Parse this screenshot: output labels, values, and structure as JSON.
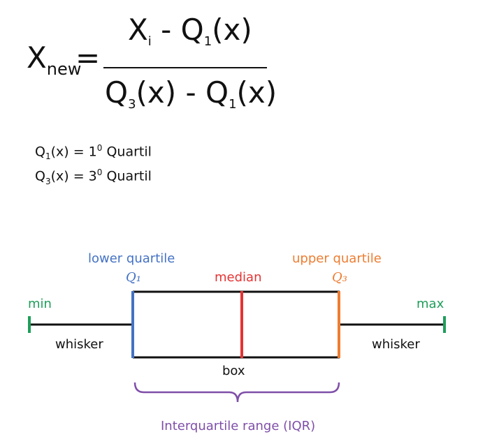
{
  "formula": {
    "lhs_main": "X",
    "lhs_sub": "new",
    "equals": "=",
    "num_x": "X",
    "num_x_sub": "i",
    "num_minus": " - Q",
    "num_q_sub": "1",
    "num_rest": "(x)",
    "den_q3": "Q",
    "den_q3_sub": "3",
    "den_mid": "(x) - Q",
    "den_q1_sub": "1",
    "den_rest": "(x)"
  },
  "definitions": [
    {
      "q": "Q",
      "sub": "1",
      "mid": "(x) = 1",
      "sup": "0",
      "word": " Quartil"
    },
    {
      "q": "Q",
      "sub": "3",
      "mid": "(x) = 3",
      "sup": "0",
      "word": " Quartil"
    }
  ],
  "boxplot": {
    "lower_quartile_label": "lower quartile",
    "q1_label": "Q₁",
    "median_label": "median",
    "upper_quartile_label": "upper quartile",
    "q3_label": "Q₃",
    "min_label": "min",
    "max_label": "max",
    "whisker_left_label": "whisker",
    "whisker_right_label": "whisker",
    "box_label": "box",
    "iqr_label": "Interquartile range (IQR)"
  },
  "colors": {
    "q1": "#4472C4",
    "median": "#E53333",
    "q3": "#ED7D31",
    "minmax": "#1E9E5A",
    "iqr": "#7F4FA8"
  }
}
